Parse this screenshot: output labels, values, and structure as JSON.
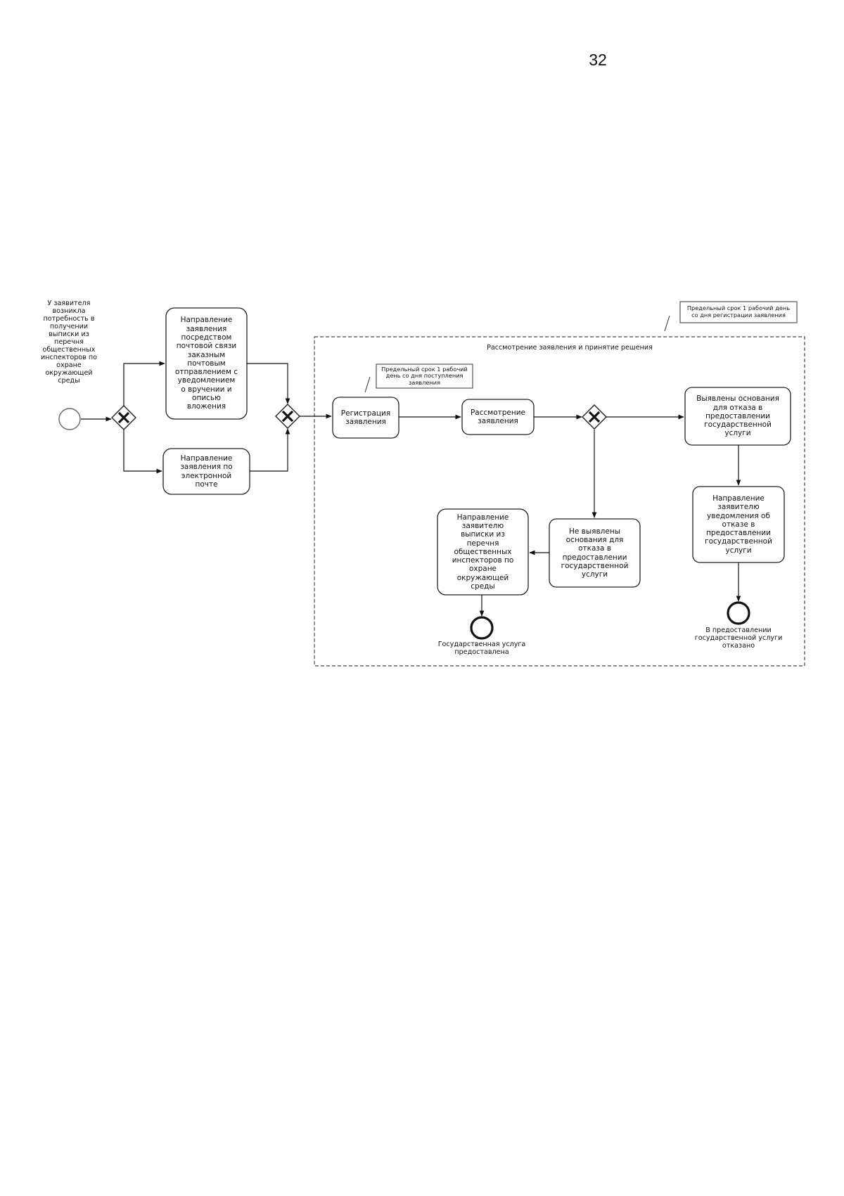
{
  "page": {
    "number": "32"
  },
  "diagram": {
    "pool_label": "Рассмотрение заявления и принятие решения",
    "note_deadline_decision": "Предельный срок 1 рабочий день\nсо дня регистрации заявления",
    "note_deadline_registration": "Предельный срок 1 рабочий\nдень со дня поступления\nзаявления",
    "start_label": "У заявителя\nвозникла\nпотребность в\nполучении\nвыписки из\nперечня\nобщественных\nинспекторов по\nохране\nокружающей\nсреды",
    "task_post": "Направление\nзаявления\nпосредством\nпочтовой связи\nзаказным\nпочтовым\nотправлением с\nуведомлением\nо вручении и\nописью\nвложения",
    "task_email": "Направление\nзаявления по\nэлектронной\nпочте",
    "task_registration": "Регистрация\nзаявления",
    "task_review": "Рассмотрение\nзаявления",
    "task_grounds_found": "Выявлены основания\nдля отказа в\nпредоставлении\nгосударственной\nуслуги",
    "task_refusal_notice": "Направление\nзаявителю\nуведомления об\nотказе в\nпредоставлении\nгосударственной\nуслуги",
    "task_grounds_not_found": "Не выявлены\nоснования для\nотказа в\nпредоставлении\nгосударственной\nуслуги",
    "task_send_extract": "Направление\nзаявителю\nвыписки из\nперечня\nобщественных\nинспекторов по\nохране\nокружающей\nсреды",
    "end_provided_label": "Государственная услуга\nпредоставлена",
    "end_refused_label": "В предоставлении\nгосударственной услуги\nотказано"
  }
}
